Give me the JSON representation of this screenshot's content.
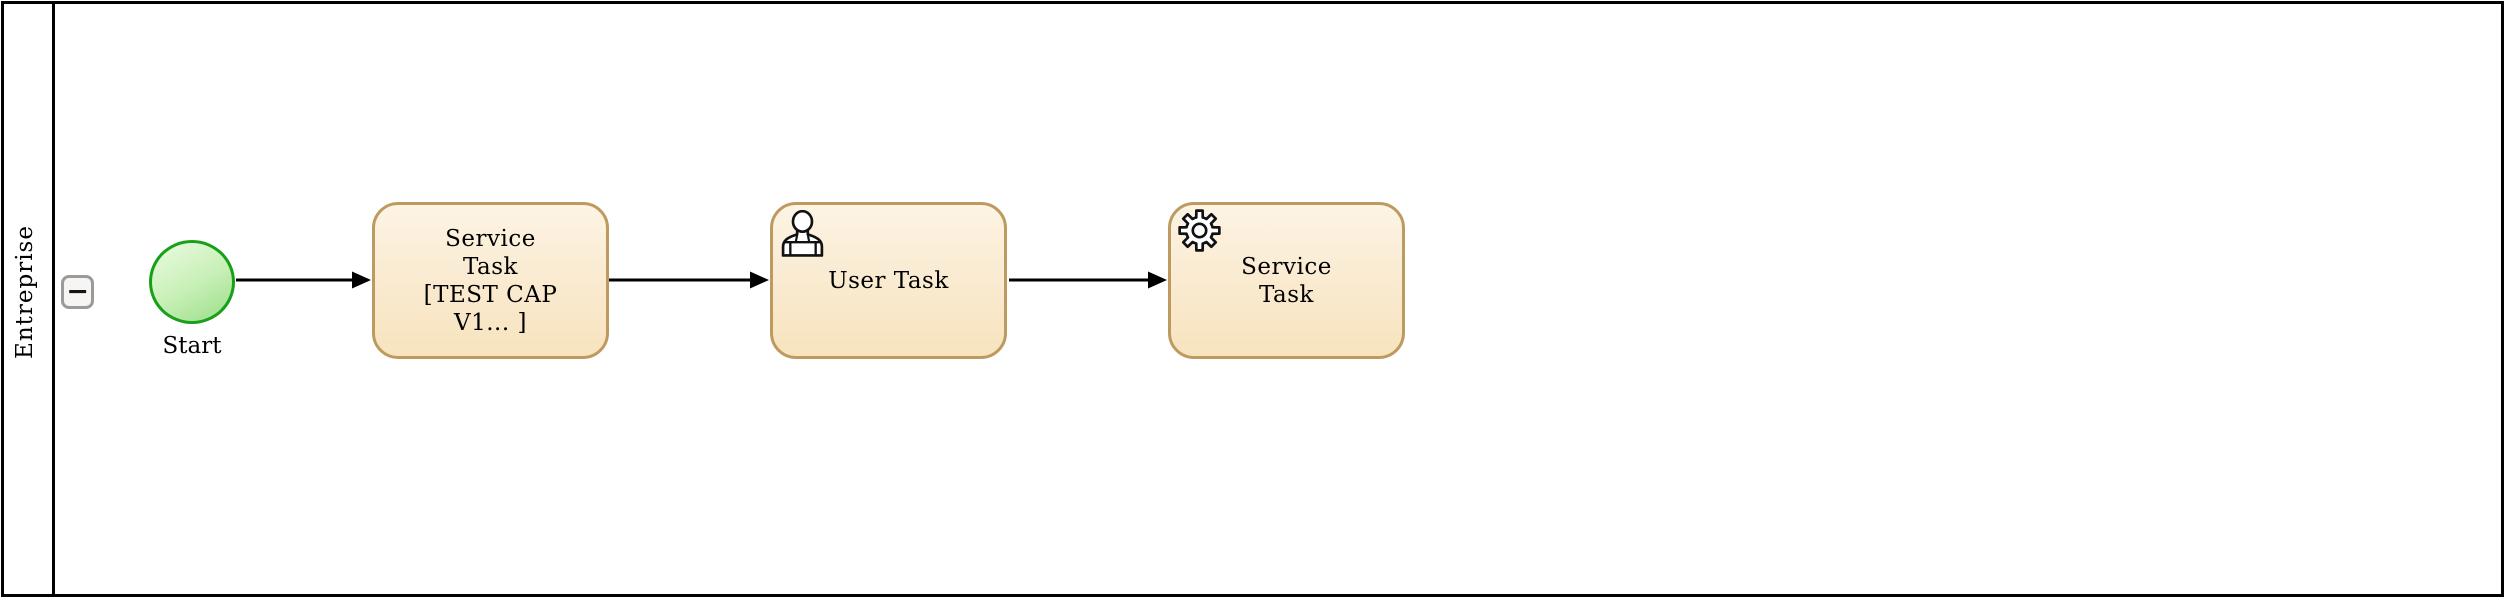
{
  "diagram": {
    "type": "bpmn-process",
    "pool": {
      "lane_label": "Entreprise",
      "collapse_glyph": "−"
    },
    "nodes": {
      "start": {
        "kind": "start-event",
        "label": "Start"
      },
      "task1": {
        "kind": "service-task",
        "lines": [
          "Service",
          "Task",
          "[TEST CAP",
          "V1... ]"
        ]
      },
      "task2": {
        "kind": "user-task",
        "label": "User Task",
        "icon": "user-icon"
      },
      "task3": {
        "kind": "service-task",
        "lines": [
          "Service",
          "Task"
        ],
        "icon": "gear-icon"
      }
    },
    "flows": [
      {
        "from": "start",
        "to": "task1"
      },
      {
        "from": "task1",
        "to": "task2"
      },
      {
        "from": "task2",
        "to": "task3"
      }
    ],
    "colors": {
      "task_fill_top": "#fdf4e4",
      "task_fill_bottom": "#f8e3bd",
      "task_border": "#bd9b60",
      "event_fill_top": "#eafbe1",
      "event_fill_bottom": "#9ade88",
      "event_border": "#18a018",
      "flow": "#000000",
      "collapse_border": "#9a9a9a"
    }
  }
}
